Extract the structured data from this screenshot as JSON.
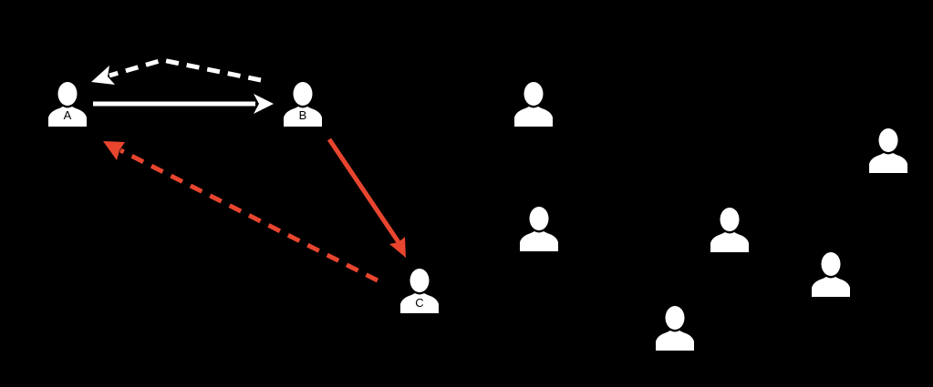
{
  "colors": {
    "background": "#000000",
    "person": "#ffffff",
    "white_arrow": "#ffffff",
    "red_arrow": "#e8452f"
  },
  "labeled_people": [
    {
      "id": "a",
      "label": "A",
      "icon": "person-icon"
    },
    {
      "id": "b",
      "label": "B",
      "icon": "person-icon"
    },
    {
      "id": "c",
      "label": "C",
      "icon": "person-icon"
    }
  ],
  "other_people": [
    {
      "id": "p1",
      "icon": "person-icon"
    },
    {
      "id": "p2",
      "icon": "person-icon"
    },
    {
      "id": "p3",
      "icon": "person-icon"
    },
    {
      "id": "p4",
      "icon": "person-icon"
    },
    {
      "id": "p5",
      "icon": "person-icon"
    },
    {
      "id": "p6",
      "icon": "person-icon"
    }
  ],
  "connections": [
    {
      "from": "A",
      "to": "B",
      "style": "solid",
      "color": "white"
    },
    {
      "from": "B",
      "to": "A",
      "style": "dashed",
      "color": "white",
      "curved": true
    },
    {
      "from": "B",
      "to": "C",
      "style": "solid",
      "color": "red"
    },
    {
      "from": "C",
      "to": "A",
      "style": "dashed",
      "color": "red"
    }
  ]
}
